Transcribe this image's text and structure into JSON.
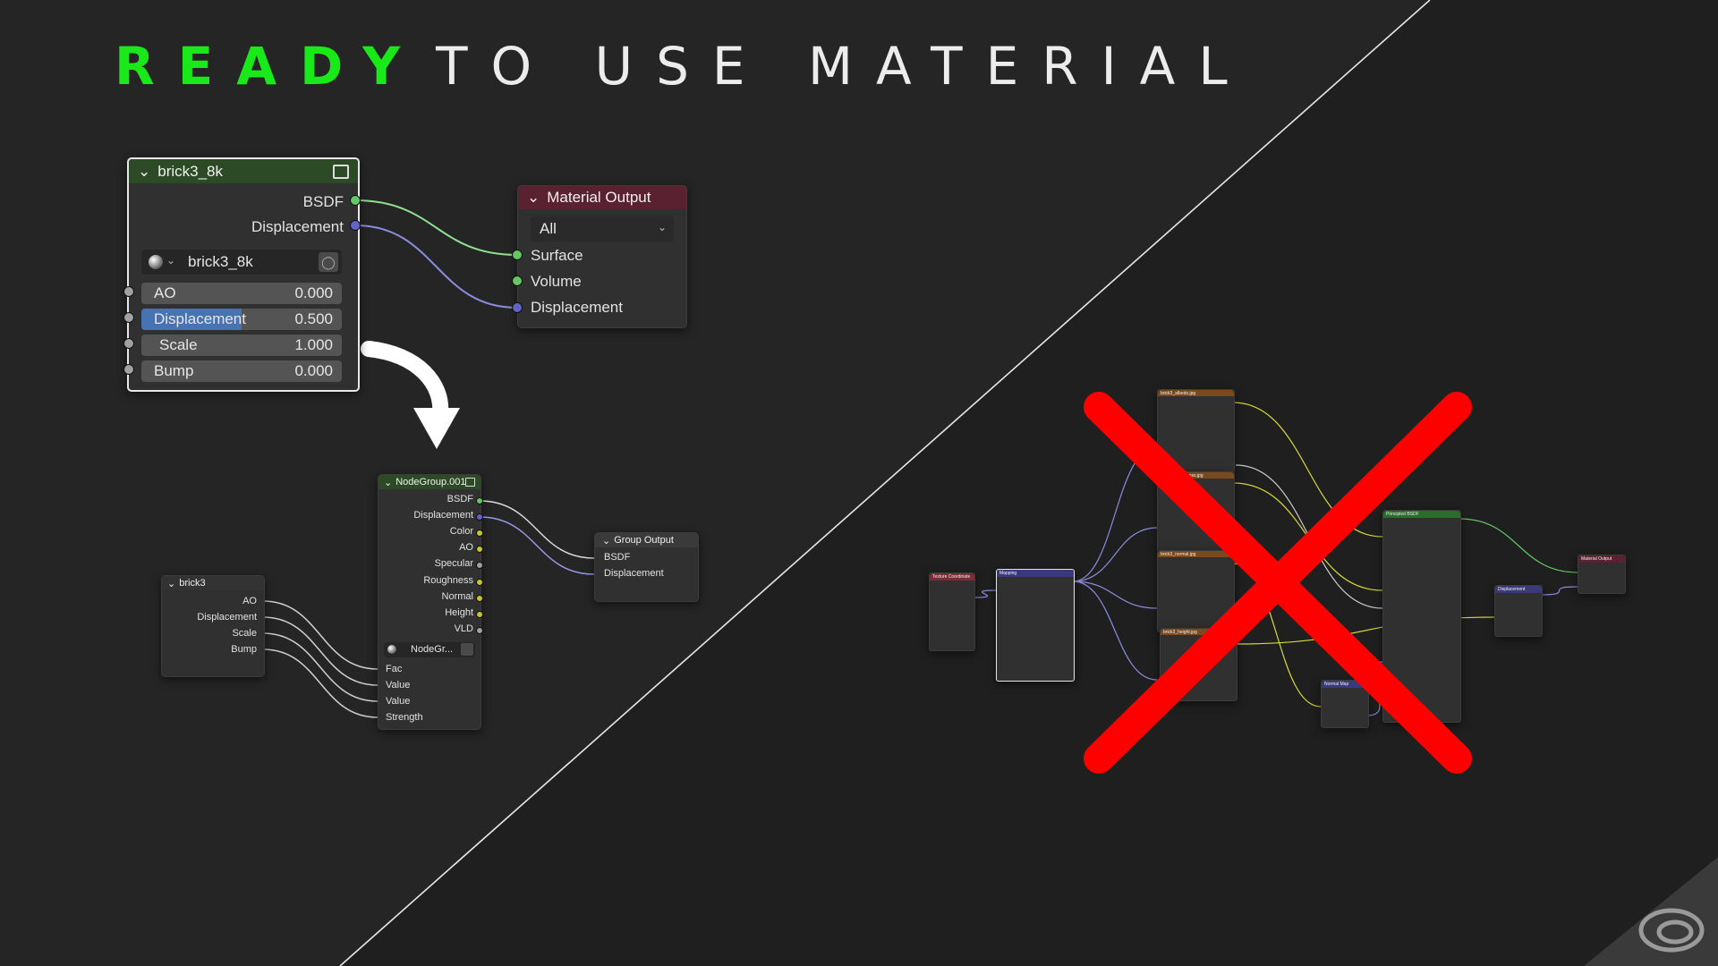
{
  "headline": {
    "ready": "READY",
    "rest": "TO USE MATERIAL"
  },
  "colors": {
    "accent_green": "#19e819",
    "socket_green": "#63c763",
    "socket_violet": "#6363c7",
    "socket_gray": "#a1a1a1",
    "socket_yellow": "#c7c729",
    "red_x": "#ff0000",
    "group_header": "#2d4a26",
    "output_header": "#5a2230",
    "slider_blue": "#4772b3"
  },
  "brick_node": {
    "title": "brick3_8k",
    "outputs": [
      "BSDF",
      "Displacement"
    ],
    "datablock": "brick3_8k",
    "fields": [
      {
        "name": "AO",
        "value": "0.000",
        "fill": 0
      },
      {
        "name": "Displacement",
        "value": "0.500",
        "fill": 0.5
      },
      {
        "name": "Scale",
        "value": "1.000",
        "fill": 0
      },
      {
        "name": "Bump",
        "value": "0.000",
        "fill": 0
      }
    ]
  },
  "material_output": {
    "title": "Material Output",
    "target": "All",
    "inputs": [
      "Surface",
      "Volume",
      "Displacement"
    ]
  },
  "nodegroup": {
    "title": "NodeGroup.001",
    "outputs": [
      "BSDF",
      "Displacement",
      "Color",
      "AO",
      "Specular",
      "Roughness",
      "Normal",
      "Height",
      "VLD"
    ],
    "datablock": "NodeGr...",
    "inputs": [
      "Fac",
      "Value",
      "Value",
      "Strength"
    ]
  },
  "group_output": {
    "title": "Group Output",
    "inputs": [
      "BSDF",
      "Displacement"
    ]
  },
  "group_input": {
    "title": "brick3",
    "outputs": [
      "AO",
      "Displacement",
      "Scale",
      "Bump"
    ]
  },
  "complex_tree": {
    "texture_coordinate": "Texture Coordinate",
    "mapping": "Mapping",
    "image_textures": [
      "brick3_albedo.jpg",
      "brick3_roughness.jpg",
      "brick3_normal.jpg",
      "brick3_height.jpg"
    ],
    "principled": "Principled BSDF",
    "normal_map": "Normal Map",
    "displacement": "Displacement",
    "material_output": "Material Output"
  }
}
